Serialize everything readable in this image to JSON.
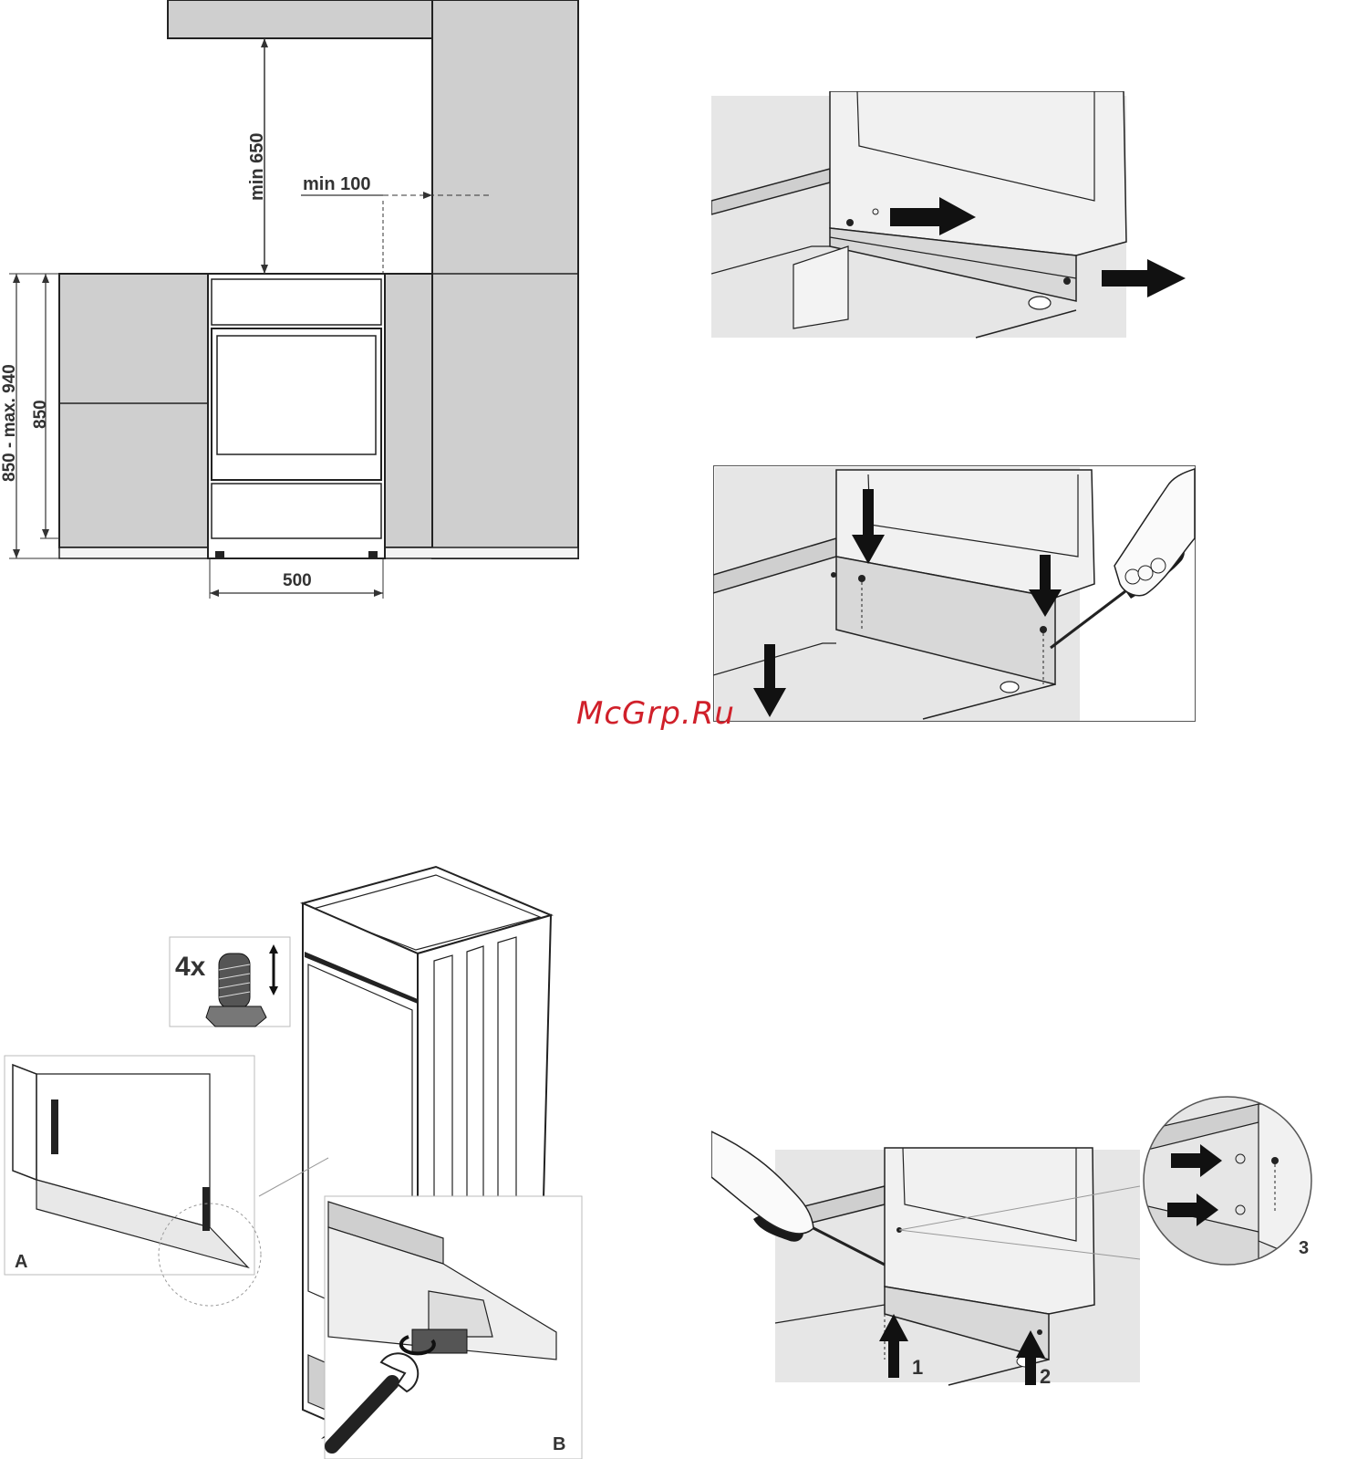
{
  "diagram_1": {
    "dim_min_650": "min 650",
    "dim_min_100": "min 100",
    "dim_850_940": "850 - max. 940",
    "dim_850": "850",
    "dim_500": "500"
  },
  "diagram_4": {
    "count_label": "4x",
    "detail_a_label": "A",
    "detail_b_label": "B"
  },
  "diagram_5": {
    "step_1": "1",
    "step_2": "2",
    "step_3": "3"
  },
  "watermark": "McGrp.Ru",
  "colors": {
    "cabinet_fill": "#cfcfcf",
    "line": "#222222",
    "shade": "#e8e8e8",
    "watermark": "#d0202a"
  }
}
